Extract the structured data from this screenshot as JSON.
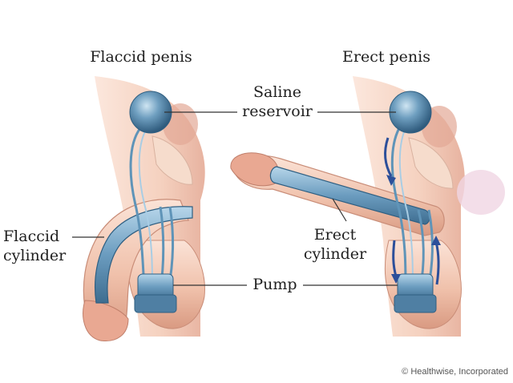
{
  "labels": {
    "flaccid_title": "Flaccid penis",
    "erect_title": "Erect penis",
    "saline_reservoir_line1": "Saline",
    "saline_reservoir_line2": "reservoir",
    "flaccid_cylinder_line1": "Flaccid",
    "flaccid_cylinder_line2": "cylinder",
    "erect_cylinder_line1": "Erect",
    "erect_cylinder_line2": "cylinder",
    "pump": "Pump"
  },
  "credit": "© Healthwise, Incorporated",
  "colors": {
    "skin": "#f3c9b4",
    "skin_dark": "#d9937c",
    "skin_light": "#fbe3d7",
    "implant": "#5f94b8",
    "implant_light": "#a9cde4",
    "implant_dark": "#2f5f82",
    "arrow": "#2c4f9a",
    "leader": "#333333"
  }
}
